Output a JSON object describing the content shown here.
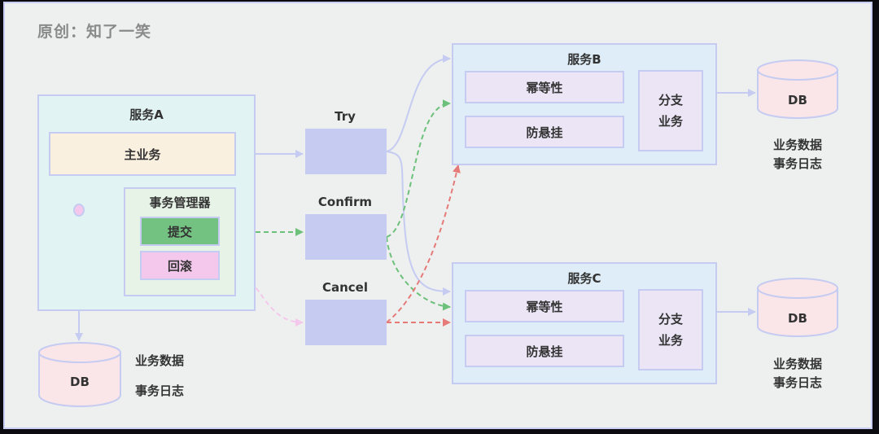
{
  "title": "原创：知了一笑",
  "service_a": {
    "label": "服务A",
    "main_business": "主业务",
    "tx_manager": {
      "label": "事务管理器",
      "commit": "提交",
      "rollback": "回滚"
    },
    "db": {
      "label": "DB",
      "notes": [
        "业务数据",
        "事务日志"
      ]
    }
  },
  "phases": [
    {
      "label": "Try"
    },
    {
      "label": "Confirm"
    },
    {
      "label": "Cancel"
    }
  ],
  "service_b": {
    "label": "服务B",
    "idempotent": "幂等性",
    "anti_hang": "防悬挂",
    "branch": [
      "分支",
      "业务"
    ],
    "db": {
      "label": "DB",
      "notes": [
        "业务数据",
        "事务日志"
      ]
    }
  },
  "service_c": {
    "label": "服务C",
    "idempotent": "幂等性",
    "anti_hang": "防悬挂",
    "branch": [
      "分支",
      "业务"
    ],
    "db": {
      "label": "DB",
      "notes": [
        "业务数据",
        "事务日志"
      ]
    }
  },
  "colors": {
    "line": "#c5cbf1",
    "confirm": "#6cc07a",
    "cancel": "#e57a78",
    "rollback_link": "#f3c8ec"
  }
}
